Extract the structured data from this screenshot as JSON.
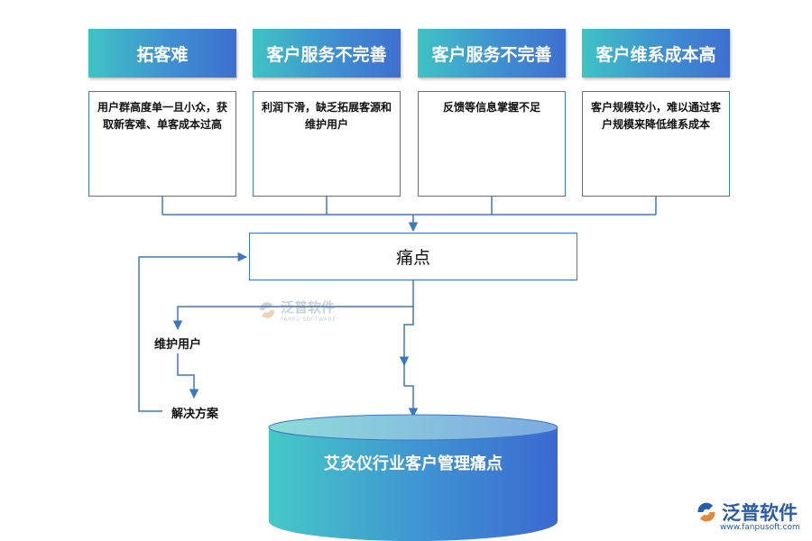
{
  "top_headers": [
    {
      "title": "拓客难"
    },
    {
      "title": "客户服务不完善"
    },
    {
      "title": "客户服务不完善"
    },
    {
      "title": "客户维系成本高"
    }
  ],
  "top_cards": [
    {
      "text": "用户群高度单一且小众，获取新客难、单客成本过高"
    },
    {
      "text": "利润下滑，缺乏拓展客源和维护用户"
    },
    {
      "text": "反馈等信息掌握不足"
    },
    {
      "text": "客户规模较小，难以通过客户规模来降低维系成本"
    }
  ],
  "pain_point": {
    "label": "痛点"
  },
  "branch": {
    "maintain": "维护用户",
    "solution": "解决方案"
  },
  "cylinder": {
    "title": "艾灸仪行业客户管理痛点"
  },
  "watermark": {
    "name": "泛普软件",
    "sub": "FANPU SOFTWARE"
  },
  "logo": {
    "name": "泛普软件",
    "url": "www.fanpusoft.com"
  },
  "colors": {
    "line": "#3b78c2",
    "gradient_start": "#3fc3c4",
    "gradient_end": "#3f6fd0"
  }
}
